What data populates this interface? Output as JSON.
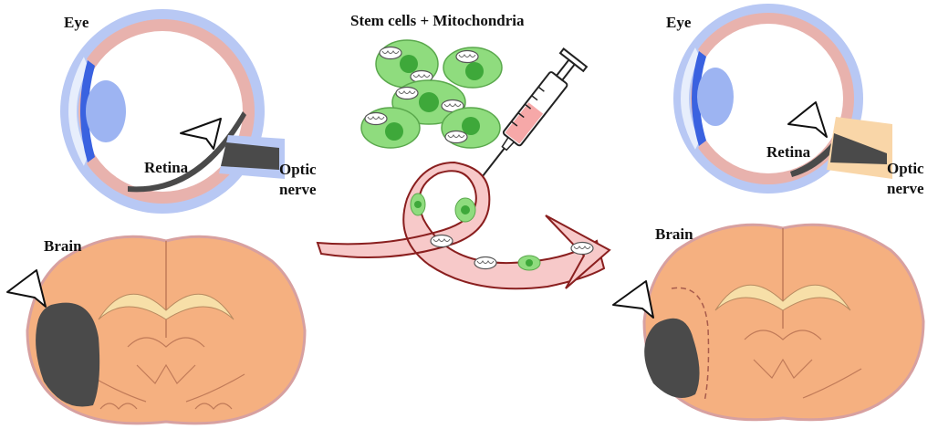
{
  "labels": {
    "eye_left": "Eye",
    "retina_left": "Retina",
    "optic_left_1": "Optic",
    "optic_left_2": "nerve",
    "brain_left": "Brain",
    "title_center": "Stem cells + Mitochondria",
    "eye_right": "Eye",
    "retina_right": "Retina",
    "optic_right_1": "Optic",
    "optic_right_2": "nerve",
    "brain_right": "Brain"
  },
  "colors": {
    "sclera": "#b8c8f4",
    "choroid": "#e8b2ad",
    "iris": "#3a62e0",
    "lens": "#9db4f2",
    "lesion": "#4a4a4a",
    "brain": "#f5b080",
    "brain_outline": "#d7a0a0",
    "white_matter": "#f7dfa8",
    "cell_fill": "#8fdc7e",
    "nucleus": "#3ea83a",
    "vessel": "#f7c9c9",
    "vessel_edge": "#8a1f1f",
    "syringe_fluid": "#f6a8a8"
  }
}
